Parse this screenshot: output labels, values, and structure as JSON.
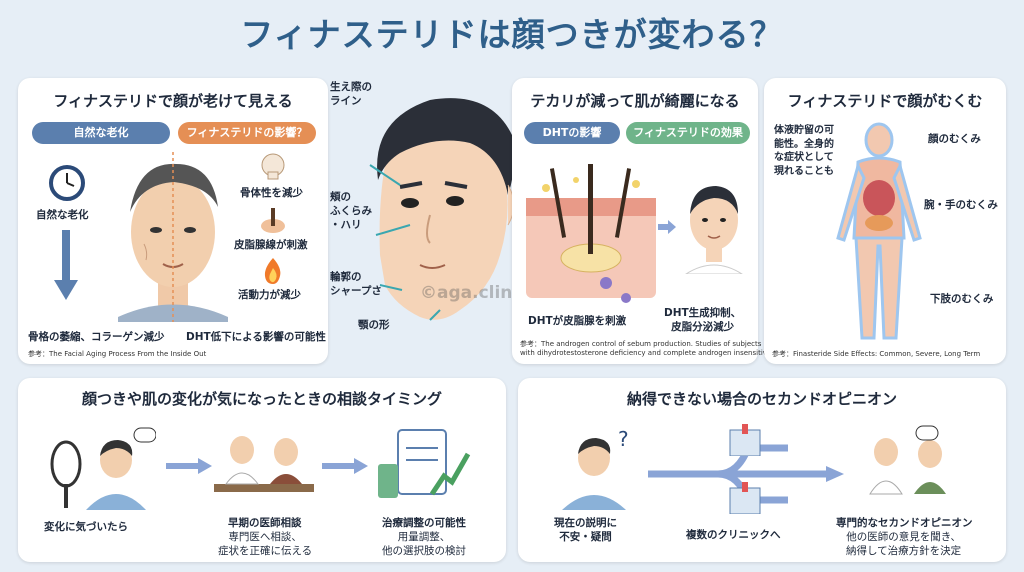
{
  "title": "フィナステリドは顔つきが変わる？",
  "card1": {
    "title": "フィナステリドで顔が老けて見える",
    "pill_left": "自然な老化",
    "pill_right": "フィナステリドの影響？",
    "clock_label": "自然な老化",
    "bone": "骨体性を減少",
    "sebum": "皮脂腺線が刺激",
    "activity": "活動力が減少",
    "bottom_left": "骨格の萎縮、コラーゲン減少",
    "bottom_right": "DHT低下による影響の可能性",
    "ref": "参考：The Facial Aging Process From the Inside Out"
  },
  "face": {
    "hairline": "生え際の\nライン",
    "cheek": "頬の\nふくらみ\n・ハリ",
    "jaw": "輪郭の\nシャープさ",
    "chin": "顎の形",
    "watermark": "©aga.clinic"
  },
  "card2": {
    "title": "テカリが減って肌が綺麗になる",
    "pill_left": "DHTの影響",
    "pill_right": "フィナステリドの効果",
    "left_label": "DHTが皮脂腺を刺激",
    "right_label": "DHT生成抑制、\n皮脂分泌減少",
    "ref": "参考：The androgen control of sebum production. Studies of subjects\nwith dihydrotestosterone deficiency and complete androgen insensitivity"
  },
  "card3": {
    "title": "フィナステリドで顔がむくむ",
    "desc": "体液貯留の可\n能性。全身的\nな症状として\n現れることも",
    "face_swell": "顔のむくみ",
    "arm_swell": "腕・手のむくみ",
    "leg_swell": "下肢のむくみ",
    "ref": "参考：Finasteride Side Effects: Common, Severe, Long Term"
  },
  "card4": {
    "title": "顔つきや肌の変化が気になったときの相談タイミング",
    "step1": "変化に気づいたら",
    "step2_title": "早期の医師相談",
    "step2_sub": "専門医へ相談、\n症状を正確に伝える",
    "step3_title": "治療調整の可能性",
    "step3_sub": "用量調整、\n他の選択肢の検討"
  },
  "card5": {
    "title": "納得できない場合のセカンドオピニオン",
    "step1": "現在の説明に\n不安・疑問",
    "step2": "複数のクリニックへ",
    "step3_title": "専門的なセカンドオピニオン",
    "step3_sub": "他の医師の意見を聞き、\n納得して治療方針を決定"
  },
  "colors": {
    "title": "#2f5f8a",
    "pill_blue": "#5b7fae",
    "pill_orange": "#e58f55",
    "pill_green": "#6fb48a",
    "arrow": "#8aa4d6"
  }
}
